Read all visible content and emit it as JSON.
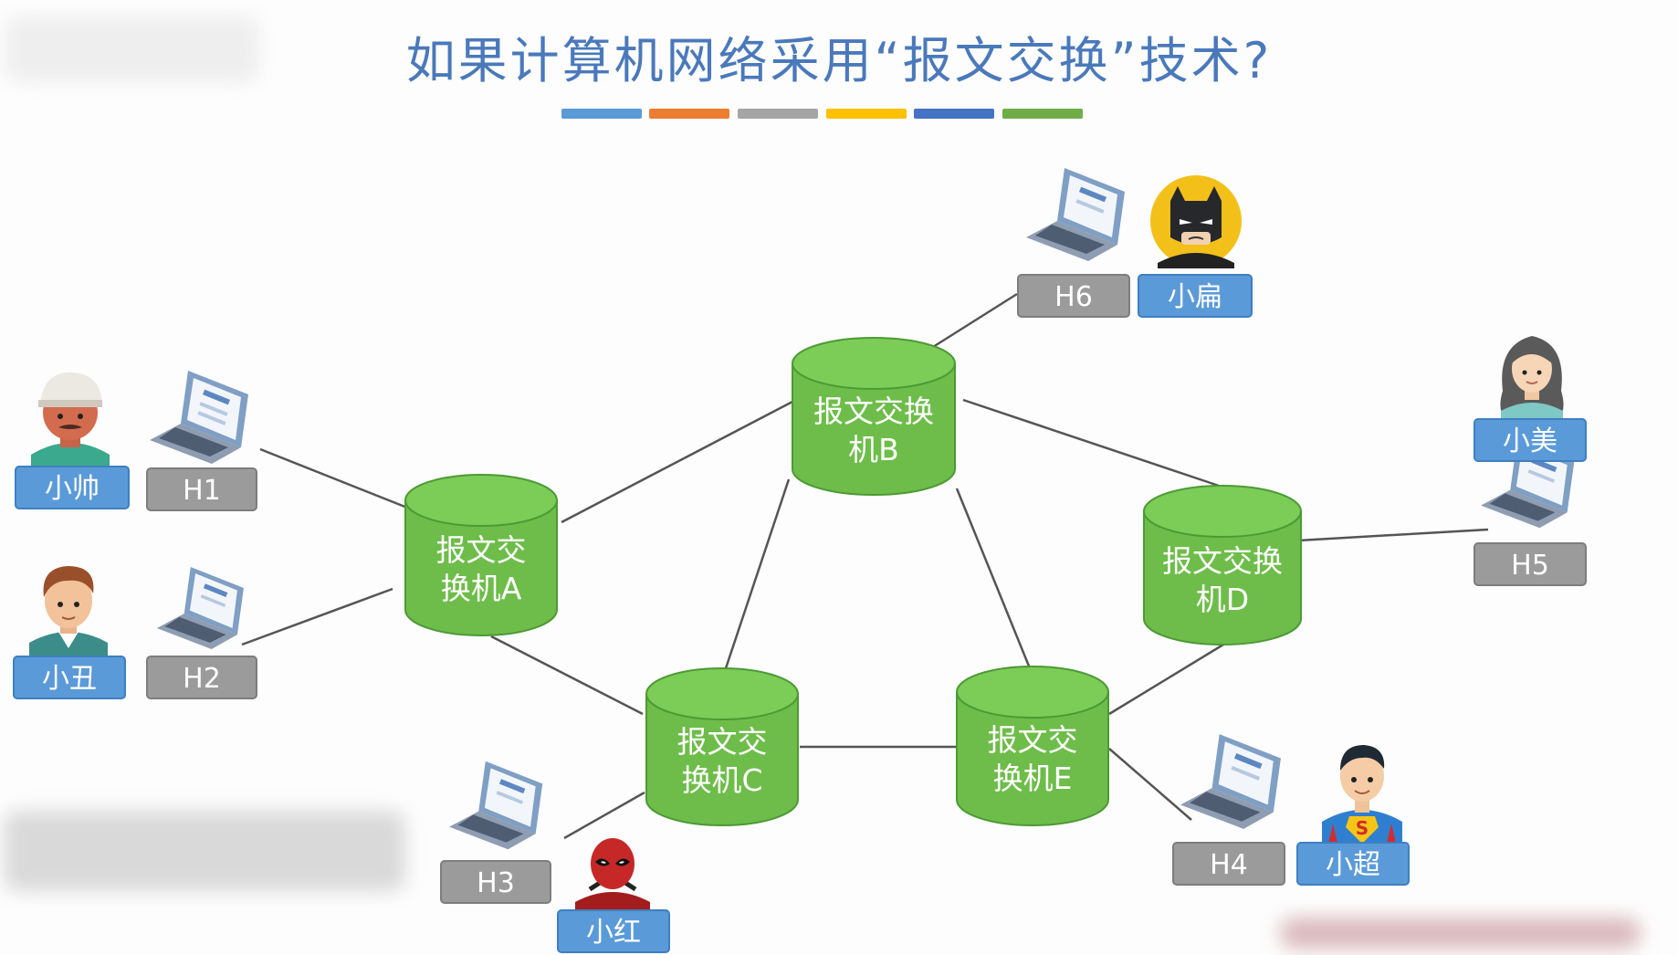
{
  "title": "如果计算机网络采用“报文交换”技术?",
  "color_strip": [
    "#5b9bd5",
    "#ed7d31",
    "#a5a5a5",
    "#ffc000",
    "#4472c4",
    "#70ad47"
  ],
  "switches": {
    "a": {
      "line1": "报文交",
      "line2": "换机A"
    },
    "b": {
      "line1": "报文交换",
      "line2": "机B"
    },
    "c": {
      "line1": "报文交",
      "line2": "换机C"
    },
    "d": {
      "line1": "报文交换",
      "line2": "机D"
    },
    "e": {
      "line1": "报文交",
      "line2": "换机E"
    }
  },
  "hosts": {
    "h1": "H1",
    "h2": "H2",
    "h3": "H3",
    "h4": "H4",
    "h5": "H5",
    "h6": "H6"
  },
  "users": {
    "xiaoshuai": "小帅",
    "xiaochou": "小丑",
    "xiaohong": "小红",
    "xiaochao": "小超",
    "xiaomei": "小美",
    "xiaobian": "小扁"
  },
  "colors": {
    "title": "#4a79bb",
    "switch_fill": "#6ebd4a",
    "switch_stroke": "#4c9a34",
    "host_label": "#9b9b9b",
    "user_label": "#5b9ad8",
    "link": "#555555"
  }
}
